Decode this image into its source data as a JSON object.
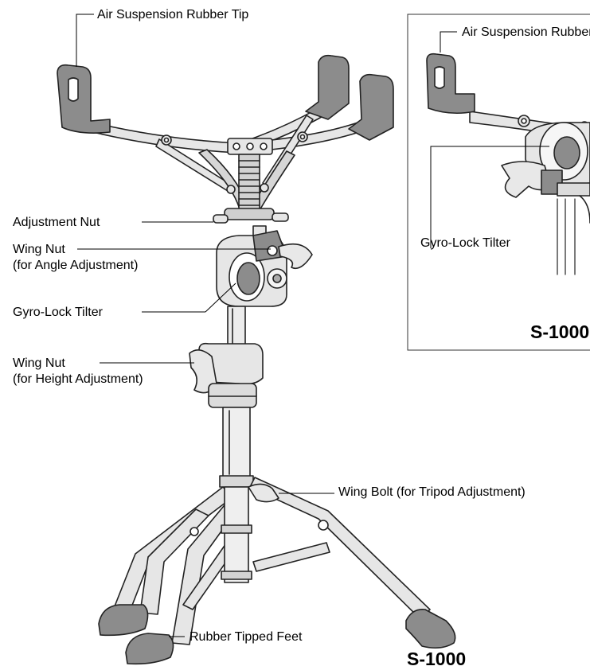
{
  "main": {
    "callouts": {
      "air_suspension_tip": "Air Suspension Rubber Tip",
      "adjustment_nut": "Adjustment Nut",
      "wing_nut_angle_line1": "Wing Nut",
      "wing_nut_angle_line2": "(for Angle Adjustment)",
      "gyro_lock": "Gyro-Lock Tilter",
      "wing_nut_height_line1": "Wing Nut",
      "wing_nut_height_line2": "(for Height Adjustment)",
      "wing_bolt": "Wing Bolt (for Tripod Adjustment)",
      "rubber_feet": "Rubber Tipped Feet"
    },
    "model": "S-1000"
  },
  "inset": {
    "callouts": {
      "air_suspension_tip": "Air Suspension Rubber Tip",
      "gyro_lock": "Gyro-Lock Tilter"
    },
    "model": "S-1000"
  },
  "colors": {
    "rubber": "#8c8c8c",
    "metal": "#e4e4e4",
    "outline": "#222222"
  }
}
